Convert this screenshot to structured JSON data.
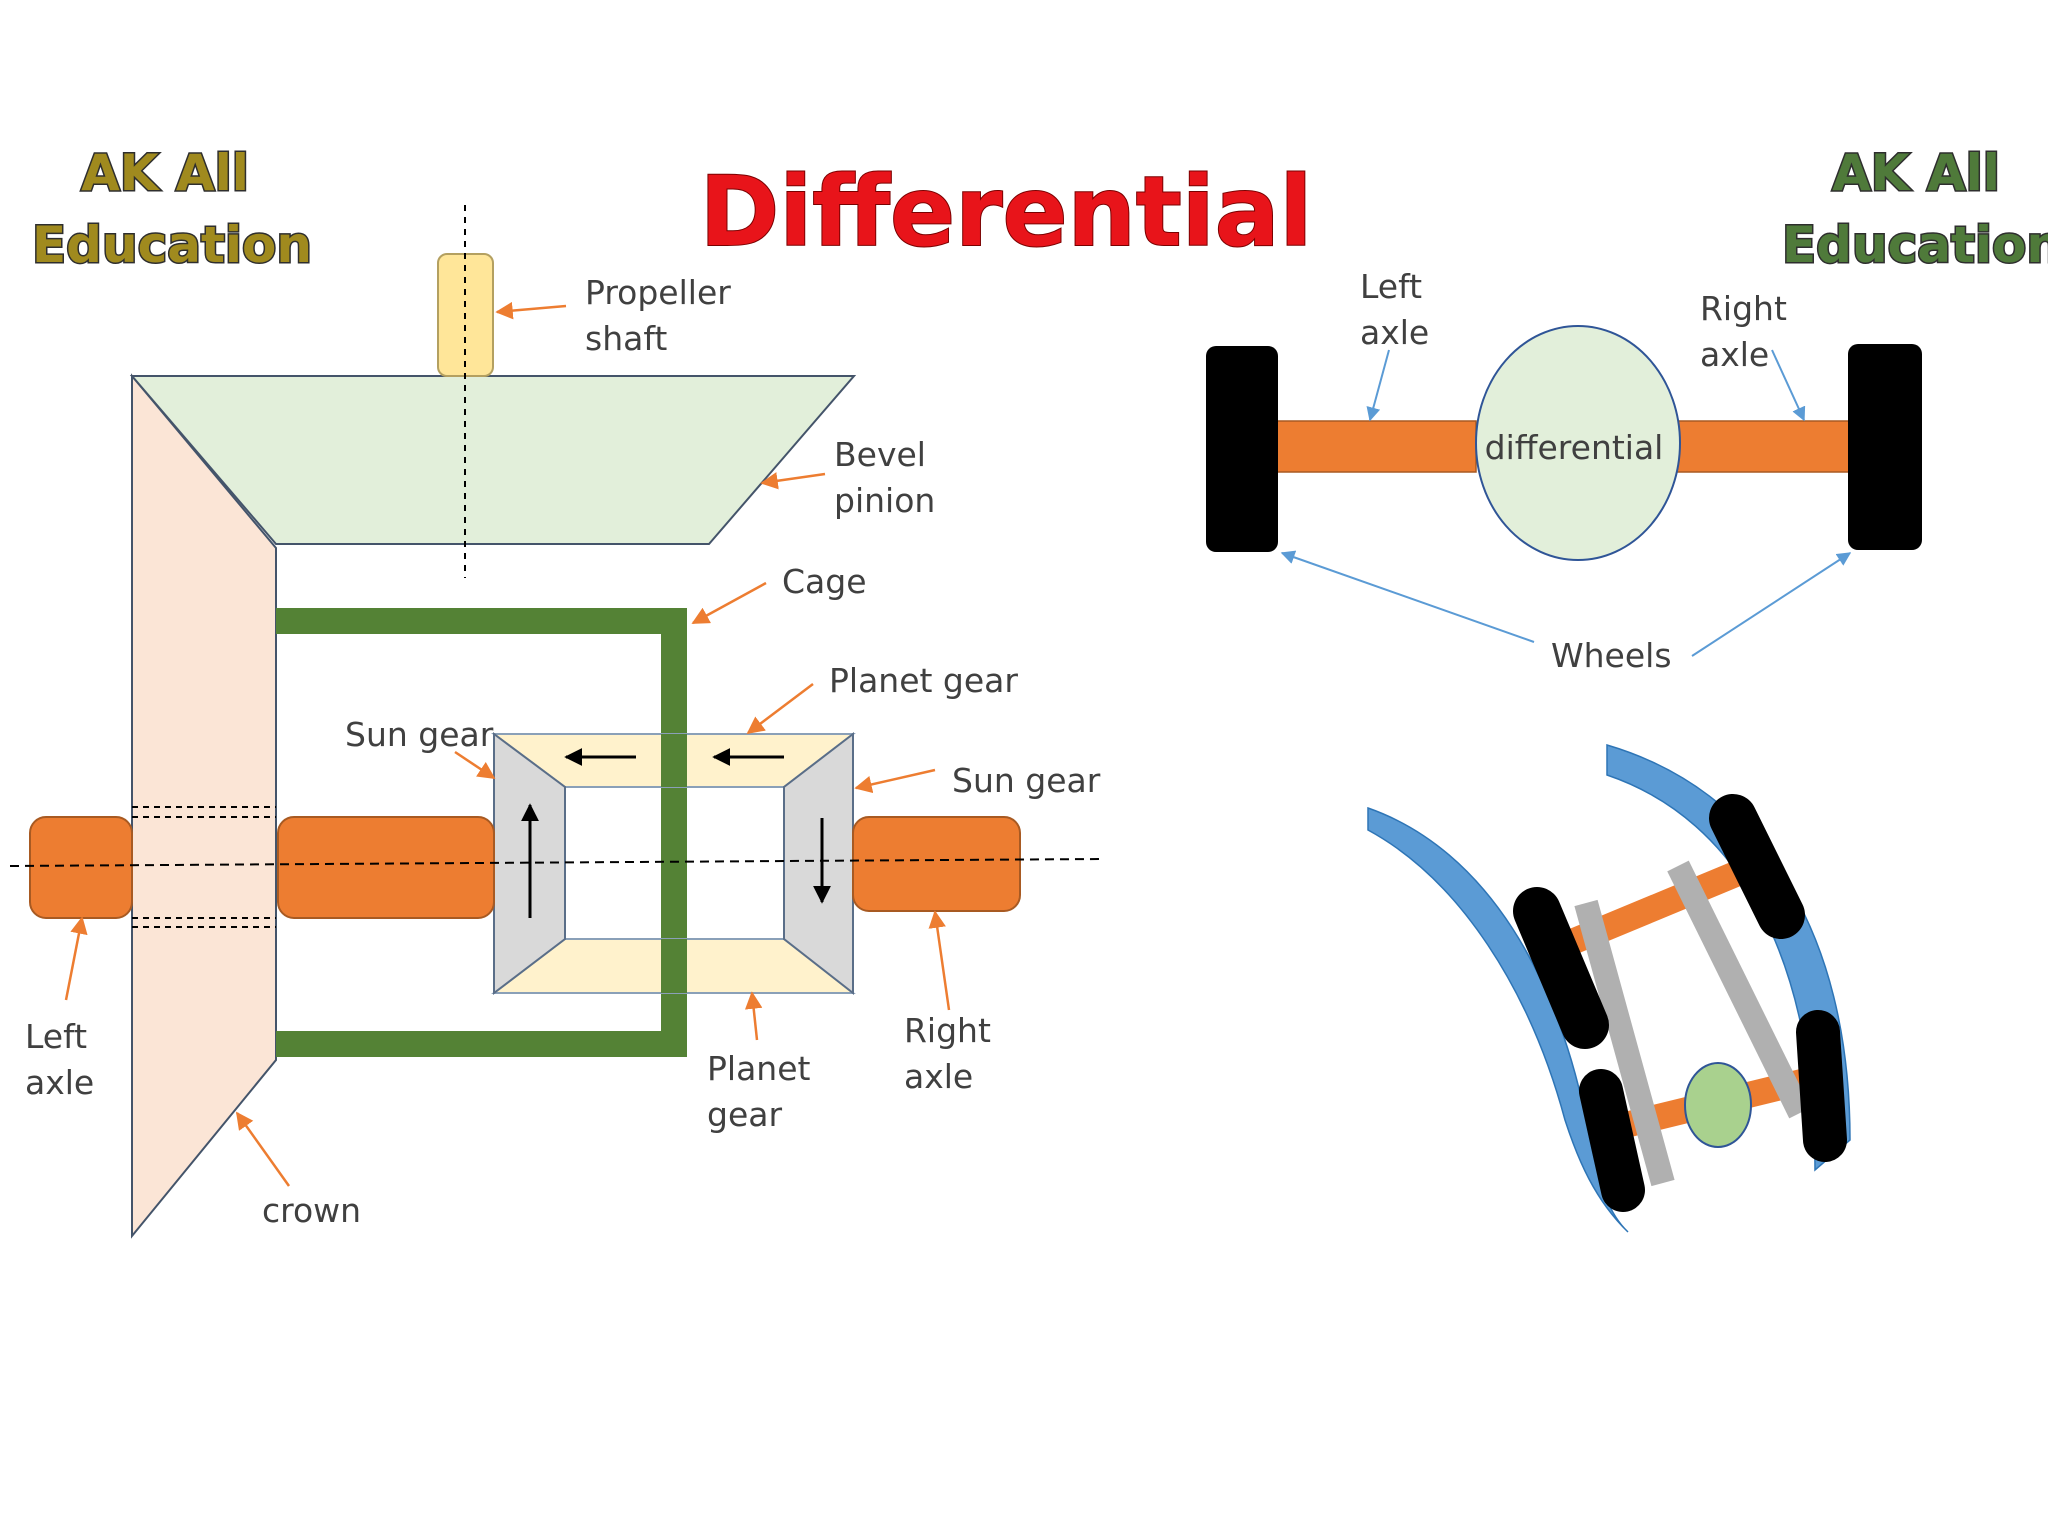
{
  "title": "Differential",
  "branding": {
    "left": {
      "line1": "AK All",
      "line2": "Education"
    },
    "right": {
      "line1": "AK All",
      "line2": "Education"
    }
  },
  "colors": {
    "title": "#e8141a",
    "brand_left": "#a08a1e",
    "brand_right": "#4f7a3a",
    "axle": "#ed7d31",
    "cage": "#548235",
    "pinion_fill": "#e2efda",
    "crown_fill": "#fbe5d6",
    "gear_fill": "#fff2cc",
    "sun_gear_fill": "#d9d9d9",
    "differential_fill": "#e2efda",
    "wheel": "#000000",
    "road": "#5b9bd5",
    "leader_orange": "#ed7d31",
    "leader_blue": "#5b9bd5"
  },
  "left_diagram": {
    "labels": {
      "propeller_shaft": [
        "Propeller",
        "shaft"
      ],
      "bevel_pinion": [
        "Bevel",
        "pinion"
      ],
      "cage": "Cage",
      "planet_gear_top": "Planet gear",
      "sun_gear_left": "Sun gear",
      "sun_gear_right": "Sun gear",
      "left_axle": [
        "Left",
        "axle"
      ],
      "right_axle": [
        "Right",
        "axle"
      ],
      "planet_gear_bottom": [
        "Planet",
        "gear"
      ],
      "crown": "crown"
    }
  },
  "right_diagram": {
    "labels": {
      "left_axle": [
        "Left",
        "axle"
      ],
      "right_axle": [
        "Right",
        "axle"
      ],
      "differential": "differential",
      "wheels": "Wheels"
    }
  }
}
